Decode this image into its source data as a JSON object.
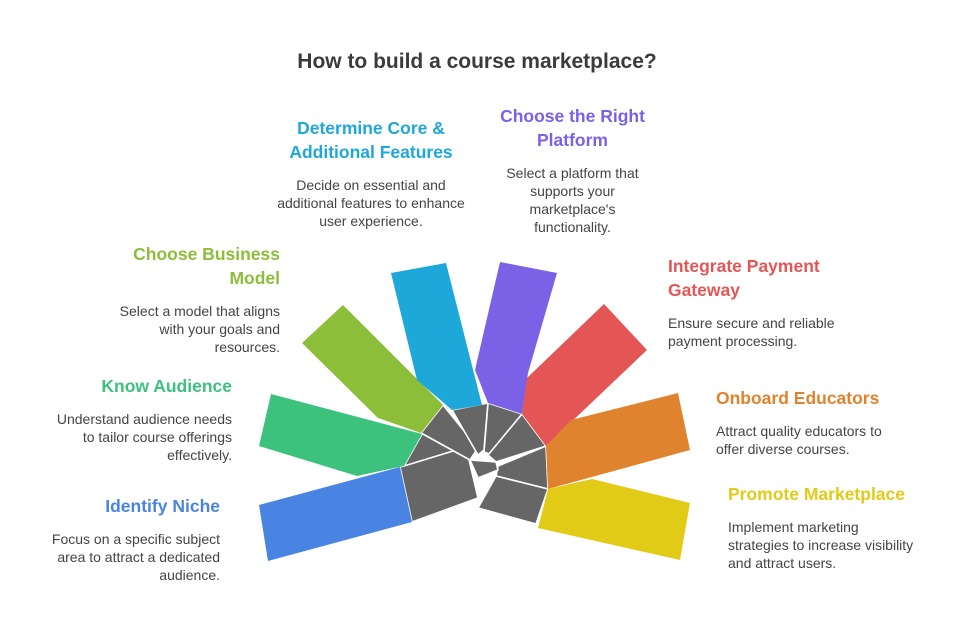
{
  "title": "How to build a course marketplace?",
  "colors": {
    "identify_niche": "#4A84E2",
    "know_audience": "#3DC27E",
    "choose_business_model": "#8DBE3A",
    "determine_features": "#1EA7D9",
    "choose_platform": "#7B61E6",
    "integrate_payment": "#E45555",
    "onboard_educators": "#E0832F",
    "promote_marketplace": "#E2CB16",
    "center": "#666666"
  },
  "steps": {
    "identify_niche": {
      "title": "Identify Niche",
      "desc": "Focus on a specific subject area to attract a dedicated audience."
    },
    "know_audience": {
      "title": "Know Audience",
      "desc": "Understand audience needs to tailor course offerings effectively."
    },
    "choose_business_model": {
      "title": "Choose Business Model",
      "desc": "Select a model that aligns with your goals and resources."
    },
    "determine_features": {
      "title": "Determine Core & Additional Features",
      "desc": "Decide on essential and additional features to enhance user experience."
    },
    "choose_platform": {
      "title": "Choose the Right Platform",
      "desc": "Select a platform that supports your marketplace's functionality."
    },
    "integrate_payment": {
      "title": "Integrate Payment Gateway",
      "desc": "Ensure secure and reliable payment processing."
    },
    "onboard_educators": {
      "title": "Onboard Educators",
      "desc": "Attract quality educators to offer diverse courses."
    },
    "promote_marketplace": {
      "title": "Promote Marketplace",
      "desc": "Implement marketing strategies to increase visibility and attract users."
    }
  }
}
